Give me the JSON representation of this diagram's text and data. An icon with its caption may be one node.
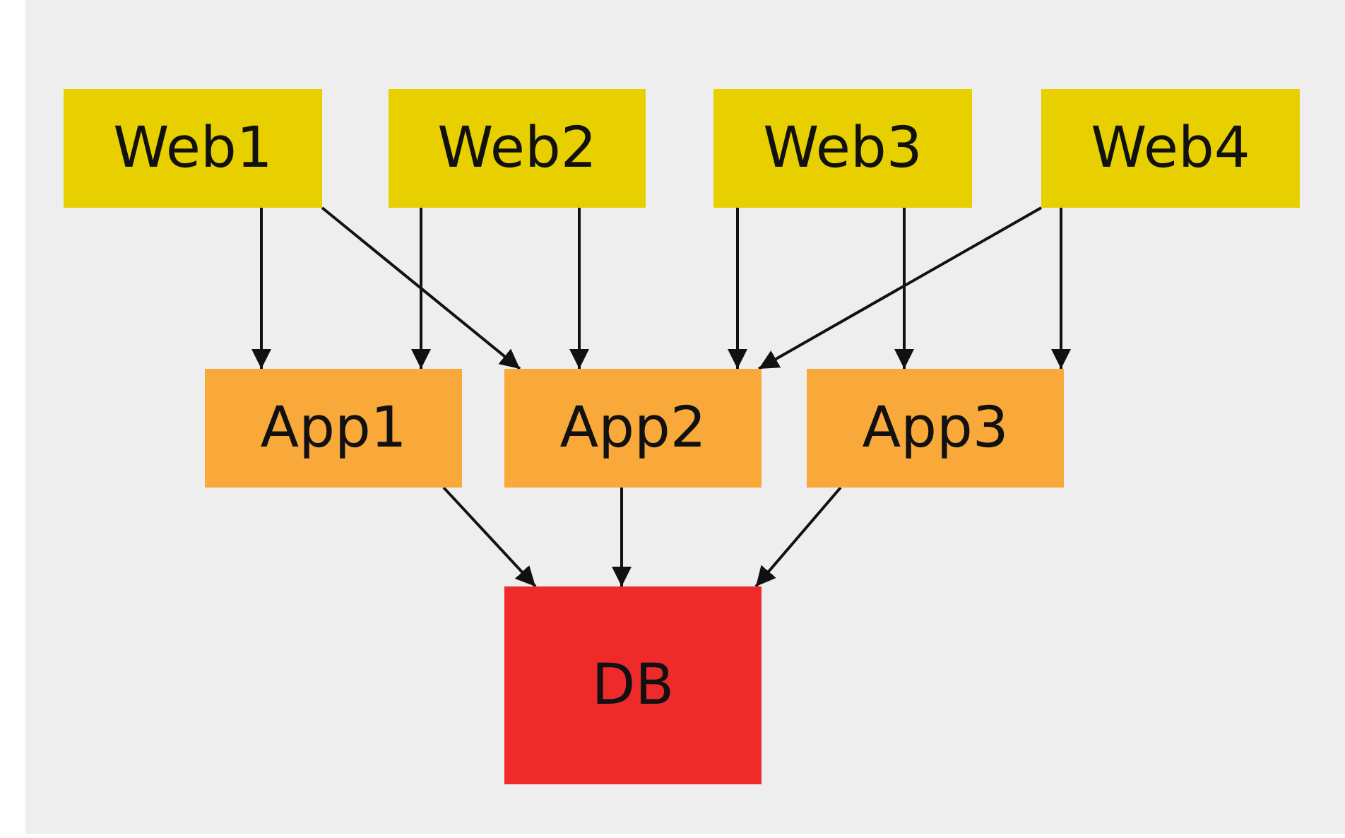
{
  "diagram": {
    "nodes": [
      {
        "text": [
          "Web1"
        ]
      },
      {
        "text": [
          "Web2"
        ]
      },
      {
        "text": [
          "Web3"
        ]
      },
      {
        "text": [
          "Web4"
        ]
      },
      {
        "text": [
          "App1"
        ]
      },
      {
        "text": [
          "App2"
        ]
      },
      {
        "text": [
          "App3"
        ]
      },
      {
        "text": [
          "DB"
        ]
      }
    ],
    "edges": [
      {
        "from": 0,
        "to": 4,
        "arrow": "to"
      },
      {
        "from": 0,
        "to": 5,
        "arrow": "to"
      },
      {
        "from": 1,
        "to": 4,
        "arrow": "to"
      },
      {
        "from": 1,
        "to": 5,
        "arrow": "to"
      },
      {
        "from": 2,
        "to": 5,
        "arrow": "to"
      },
      {
        "from": 3,
        "to": 5,
        "arrow": "to"
      },
      {
        "from": 2,
        "to": 6,
        "arrow": "to"
      },
      {
        "from": 3,
        "to": 6,
        "arrow": "to"
      },
      {
        "from": 4,
        "to": 7,
        "arrow": "to"
      },
      {
        "from": 5,
        "to": 7,
        "arrow": "to"
      },
      {
        "from": 6,
        "to": 7,
        "arrow": "to"
      }
    ]
  }
}
